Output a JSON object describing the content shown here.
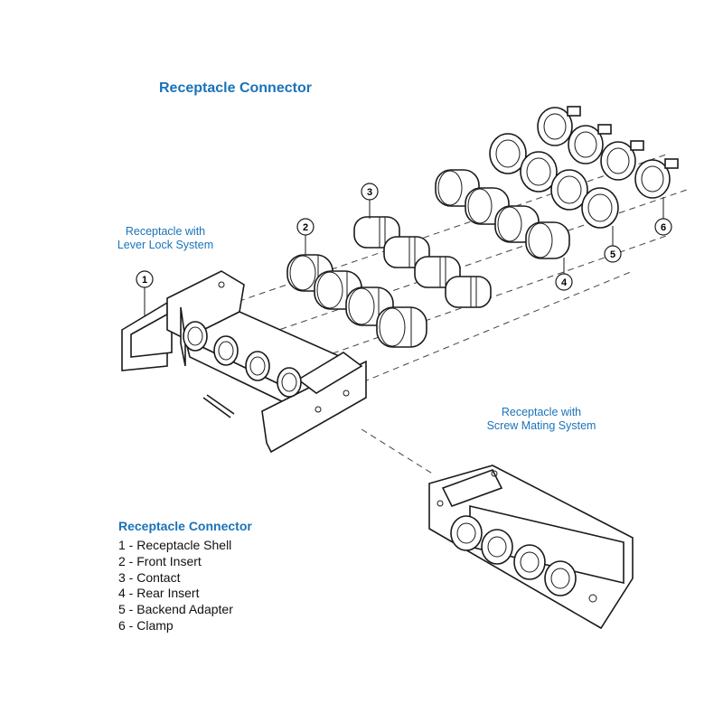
{
  "title": "Receptacle Connector",
  "captions": {
    "lever_lock": "Receptacle with\nLever Lock System",
    "screw_mating": "Receptacle with\nScrew Mating System"
  },
  "legend": {
    "title": "Receptacle Connector",
    "items": [
      "1 - Receptacle Shell",
      "2 - Front Insert",
      "3 - Contact",
      "4 - Rear Insert",
      "5 - Backend Adapter",
      "6 - Clamp"
    ]
  },
  "callouts": [
    "1",
    "2",
    "3",
    "4",
    "5",
    "6"
  ],
  "colors": {
    "accent": "#1a73b8",
    "line": "#1a1a1a"
  }
}
